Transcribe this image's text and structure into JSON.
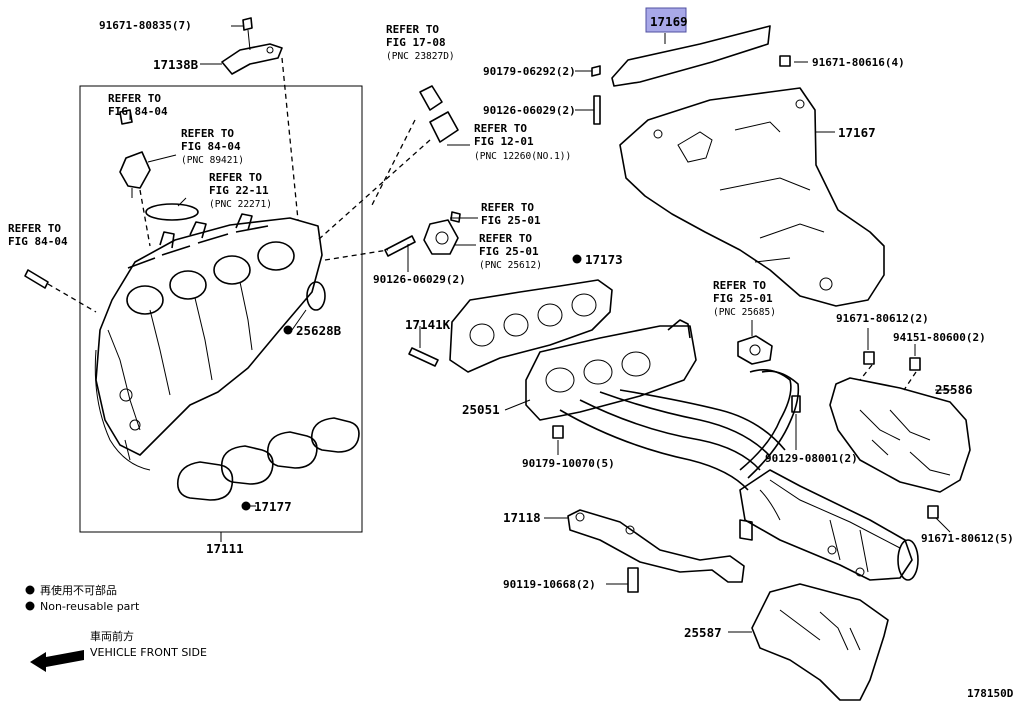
{
  "labels": {
    "p1": "91671-80835(7)",
    "p2": "17138B",
    "p3": "17169",
    "p4": "90179-06292(2)",
    "p5": "91671-80616(4)",
    "p6": "90126-06029(2)",
    "p7": "17167",
    "p8": "90126-06029(2)",
    "p9": "17173",
    "p10": "25628B",
    "p11": "17141K",
    "p12": "25051",
    "p13": "91671-80612(2)",
    "p14": "94151-80600(2)",
    "p15": "25586",
    "p16": "90179-10070(5)",
    "p17": "90129-08001(2)",
    "p18": "17177",
    "p19": "17111",
    "p20": "17118",
    "p21": "91671-80612(5)",
    "p22": "90119-10668(2)",
    "p23": "25587"
  },
  "refs": {
    "r1": {
      "l1": "REFER TO",
      "l2": "FIG 17-08",
      "pnc": "(PNC 23827D)"
    },
    "r2": {
      "l1": "REFER TO",
      "l2": "FIG 84-04"
    },
    "r3": {
      "l1": "REFER TO",
      "l2": "FIG 84-04",
      "pnc": "(PNC 89421)"
    },
    "r4": {
      "l1": "REFER TO",
      "l2": "FIG 12-01",
      "pnc": "(PNC 12260(NO.1))"
    },
    "r5": {
      "l1": "REFER TO",
      "l2": "FIG 22-11",
      "pnc": "(PNC 22271)"
    },
    "r6": {
      "l1": "REFER TO",
      "l2": "FIG 25-01"
    },
    "r7": {
      "l1": "REFER TO",
      "l2": "FIG 84-04"
    },
    "r8": {
      "l1": "REFER TO",
      "l2": "FIG 25-01",
      "pnc": "(PNC 25612)"
    },
    "r9": {
      "l1": "REFER TO",
      "l2": "FIG 25-01",
      "pnc": "(PNC 25685)"
    }
  },
  "legend": {
    "nonreusable_jp": "再使用不可部品",
    "nonreusable_en": "Non-reusable part",
    "front_jp": "車両前方",
    "front_en": "VEHICLE FRONT SIDE"
  },
  "figure_id": "178150D",
  "colors": {
    "highlight": "#a8a8e8"
  }
}
